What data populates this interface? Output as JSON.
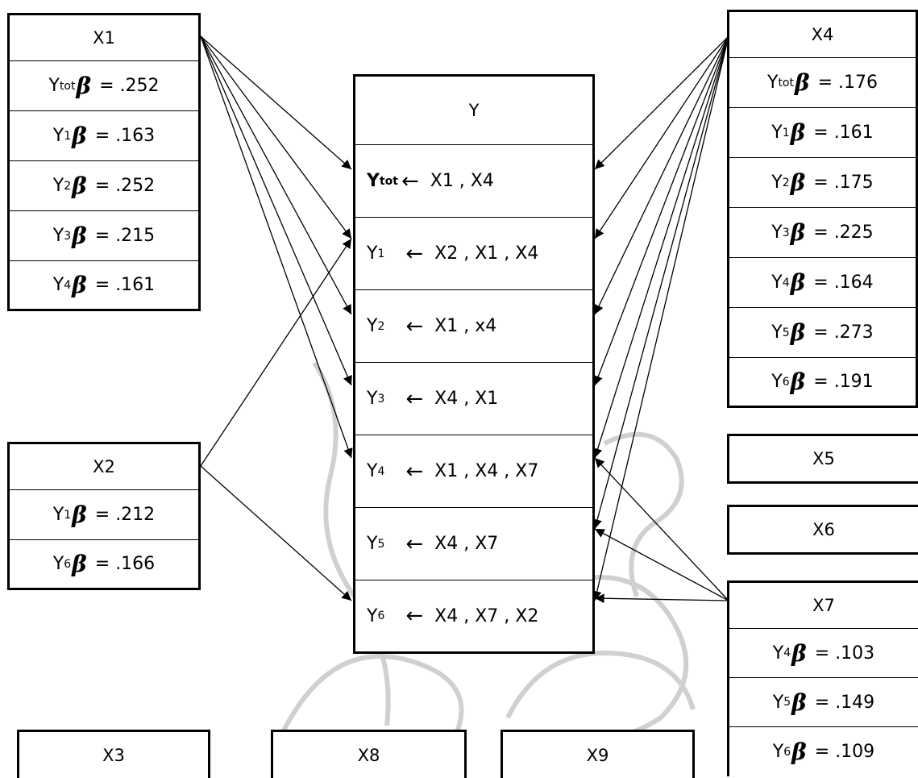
{
  "x1": {
    "title": "X1",
    "rows": [
      {
        "ybase": "Y",
        "ysub": "tot",
        "value": "= .252"
      },
      {
        "ybase": "Y",
        "ysub": "1",
        "value": "= .163"
      },
      {
        "ybase": "Y",
        "ysub": "2",
        "value": "= .252"
      },
      {
        "ybase": "Y",
        "ysub": "3",
        "value": "= .215"
      },
      {
        "ybase": "Y",
        "ysub": "4",
        "value": "= .161"
      }
    ]
  },
  "x2": {
    "title": "X2",
    "rows": [
      {
        "ybase": "Y",
        "ysub": "1",
        "value": "= .212"
      },
      {
        "ybase": "Y",
        "ysub": "6",
        "value": "= .166"
      }
    ]
  },
  "x3": {
    "title": "X3"
  },
  "x4": {
    "title": "X4",
    "rows": [
      {
        "ybase": "Y",
        "ysub": "tot",
        "value": "= .176"
      },
      {
        "ybase": "Y",
        "ysub": "1",
        "value": "= .161"
      },
      {
        "ybase": "Y",
        "ysub": "2",
        "value": "= .175"
      },
      {
        "ybase": "Y",
        "ysub": "3",
        "value": "= .225"
      },
      {
        "ybase": "Y",
        "ysub": "4",
        "value": "= .164"
      },
      {
        "ybase": "Y",
        "ysub": "5",
        "value": "= .273"
      },
      {
        "ybase": "Y",
        "ysub": "6",
        "value": "= .191"
      }
    ]
  },
  "x5": {
    "title": "X5"
  },
  "x6": {
    "title": "X6"
  },
  "x7": {
    "title": "X7",
    "rows": [
      {
        "ybase": "Y",
        "ysub": "4",
        "value": "= .103"
      },
      {
        "ybase": "Y",
        "ysub": "5",
        "value": "= .149"
      },
      {
        "ybase": "Y",
        "ysub": "6",
        "value": "= .109"
      }
    ]
  },
  "x8": {
    "title": "X8"
  },
  "x9": {
    "title": "X9"
  },
  "y": {
    "title": "Y",
    "rows": [
      {
        "ybase": "Y",
        "ysub": "tot",
        "predictors": "X1 , X4"
      },
      {
        "ybase": "Y",
        "ysub": "1",
        "predictors": "X2 , X1 , X4"
      },
      {
        "ybase": "Y",
        "ysub": "2",
        "predictors": "X1 , x4"
      },
      {
        "ybase": "Y",
        "ysub": "3",
        "predictors": "X4 , X1"
      },
      {
        "ybase": "Y",
        "ysub": "4",
        "predictors": "X1 , X4 , X7"
      },
      {
        "ybase": "Y",
        "ysub": "5",
        "predictors": "X4 , X7"
      },
      {
        "ybase": "Y",
        "ysub": "6",
        "predictors": "X4 , X7 , X2"
      }
    ]
  },
  "symbols": {
    "beta": "β",
    "arrow": "←"
  }
}
